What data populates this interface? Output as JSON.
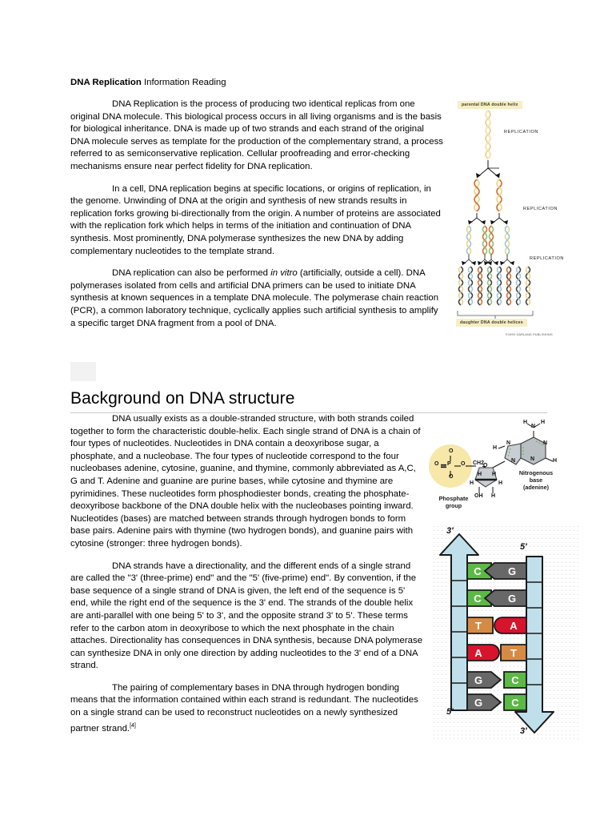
{
  "document": {
    "heading": {
      "bold_part": "DNA Replication",
      "rest": " Information Reading"
    },
    "paragraphs": [
      "DNA Replication is the process of producing two identical replicas from one original DNA molecule.  This biological process occurs in all living organisms and is the basis for biological inheritance. DNA is made up of two strands and each strand of the original DNA molecule serves as template for the production of the complementary strand, a process referred to as semiconservative replication. Cellular proofreading and error-checking mechanisms ensure near perfect fidelity for DNA replication.",
      "In a cell, DNA replication begins at specific locations, or origins of replication, in the genome.  Unwinding of DNA at the origin and synthesis of new strands results in replication forks growing bi-directionally from the origin. A number of proteins are associated with the replication fork which helps in terms of the initiation and continuation of DNA synthesis. Most prominently, DNA polymerase synthesizes the new DNA by adding complementary nucleotides to the template strand."
    ],
    "paragraph_invitro": {
      "before_italic": "DNA replication can also be performed ",
      "italic": "in vitro",
      "after_italic": " (artificially, outside a cell). DNA polymerases isolated from cells and artificial DNA primers can be used to initiate DNA synthesis at known sequences in a template DNA molecule. The polymerase chain reaction (PCR), a common laboratory technique, cyclically applies such artificial synthesis to amplify a specific target DNA fragment from a pool of DNA."
    },
    "section": {
      "title": "Background on DNA structure",
      "paragraphs": [
        "DNA usually exists as a double-stranded structure, with both strands coiled together to form the characteristic double-helix. Each single strand of DNA is a chain of four types of nucleotides. Nucleotides in DNA contain a deoxyribose sugar, a phosphate, and a nucleobase. The four types of nucleotide correspond to the four nucleobases adenine, cytosine, guanine, and thymine, commonly abbreviated as A,C, G and T. Adenine and guanine are purine bases, while cytosine and thymine are pyrimidines. These nucleotides form phosphodiester bonds, creating the phosphate-deoxyribose backbone of the DNA double helix with the nucleobases pointing inward. Nucleotides (bases) are matched between strands through hydrogen bonds to form base pairs. Adenine pairs with thymine (two hydrogen bonds), and guanine pairs with cytosine (stronger: three hydrogen bonds).",
        "DNA strands have a directionality, and the different ends of a single strand are called the \"3' (three-prime) end\" and the \"5' (five-prime) end\". By convention, if the base sequence of a single strand of DNA is given, the left end of the sequence is 5' end, while the right end of the sequence is the 3' end. The strands of the double helix are anti-parallel with one being 5' to 3', and the opposite strand 3' to 5'. These terms refer to the carbon atom in deoxyribose to which the next phosphate in the chain attaches. Directionality has consequences in DNA synthesis, because DNA polymerase can synthesize DNA in only one direction by adding nucleotides to the 3' end of a DNA strand."
      ],
      "final_paragraph": {
        "text": "The pairing of complementary bases in DNA through hydrogen bonding means that the information contained within each strand is redundant. The nucleotides on a single strand can be used to reconstruct nucleotides on a newly synthesized partner strand.",
        "reference": "[4]"
      }
    }
  },
  "figure_replication": {
    "caption_top": "parental DNA double helix",
    "caption_bottom": "daughter DNA double helices",
    "replication_labels": [
      "REPLICATION",
      "REPLICATION",
      "REPLICATION"
    ],
    "copyright": "©1999 GARLAND PUBLISHING",
    "colors": {
      "caption_bg": "#f7eec4",
      "parent_strand": "#e8d48a",
      "new_strand_orange": "#d2722b",
      "new_strand_blue": "#9ec6cf",
      "new_strand_green": "#8fbf7a",
      "new_strand_dark": "#3a3a3a"
    }
  },
  "figure_nucleotide": {
    "phosphate_label": "Phosphate\ngroup",
    "phosphate_label_line1": "Phosphate",
    "phosphate_label_line2": "group",
    "base_label_line1": "Nitrogenous",
    "base_label_line2": "base",
    "base_label_line3": "(adenine)",
    "atoms": {
      "phosphate": [
        "O",
        "P",
        "O",
        "O"
      ],
      "sugar": [
        "CH2",
        "O",
        "H",
        "H",
        "H",
        "H",
        "OH",
        "H"
      ],
      "base": [
        "H",
        "N",
        "H",
        "N",
        "N",
        "H",
        "N",
        "N",
        "H"
      ]
    },
    "colors": {
      "phosphate_highlight": "#f7e7a8",
      "ring_fill": "#b9c0c4",
      "ring_fill_light": "#c8ced1"
    }
  },
  "figure_ladder": {
    "left_end_top": "3'",
    "left_end_bottom": "5'",
    "right_end_top": "5'",
    "right_end_bottom": "3'",
    "rows": [
      {
        "left_base": "C",
        "right_base": "G",
        "left_color": "#5cb946",
        "right_color": "#686868",
        "direction": "left"
      },
      {
        "left_base": "C",
        "right_base": "G",
        "left_color": "#5cb946",
        "right_color": "#686868",
        "direction": "left"
      },
      {
        "left_base": "T",
        "right_base": "A",
        "left_color": "#d68b45",
        "right_color": "#d6142c",
        "direction": "left"
      },
      {
        "left_base": "A",
        "right_base": "T",
        "left_color": "#d6142c",
        "right_color": "#d68b45",
        "direction": "right"
      },
      {
        "left_base": "G",
        "right_base": "C",
        "left_color": "#686868",
        "right_color": "#5cb946",
        "direction": "right"
      },
      {
        "left_base": "G",
        "right_base": "C",
        "left_color": "#686868",
        "right_color": "#5cb946",
        "direction": "right"
      }
    ],
    "backbone_color": "#bfe0ea"
  }
}
